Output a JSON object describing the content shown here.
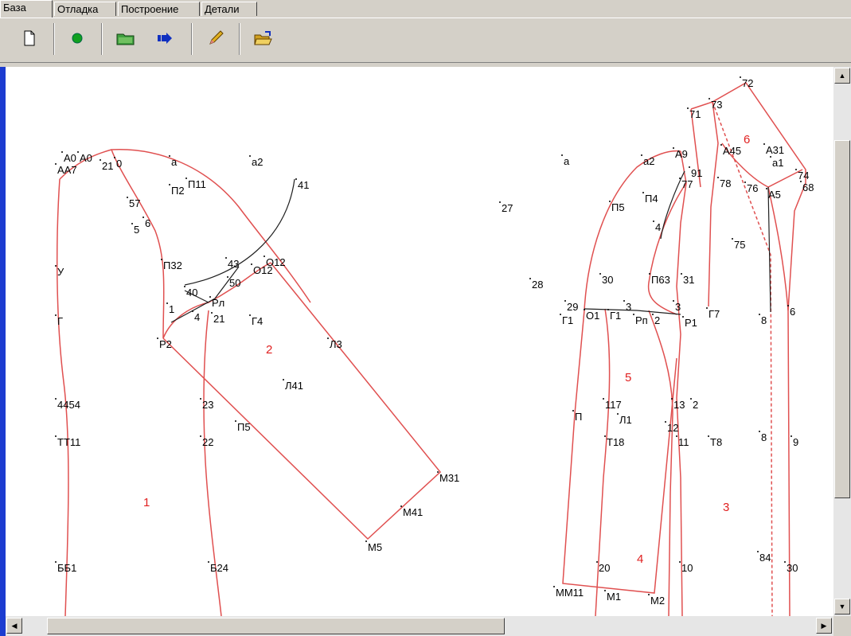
{
  "tabs": [
    {
      "label": "База",
      "active": true
    },
    {
      "label": "Отладка",
      "active": false
    },
    {
      "label": "Построение",
      "active": false
    },
    {
      "label": "Детали",
      "active": false
    }
  ],
  "toolbar": {
    "buttons": [
      {
        "name": "new-document-icon"
      },
      {
        "name": "record-dot-icon"
      },
      {
        "name": "open-folder-icon"
      },
      {
        "name": "export-arrow-icon"
      },
      {
        "name": "pencil-icon"
      },
      {
        "name": "folder-open-icon"
      }
    ]
  },
  "colors": {
    "pattern_line": "#e05050",
    "construction_line": "#202020",
    "label": "#000000",
    "piece_number": "#e02020"
  },
  "drawing": {
    "labels": [
      {
        "t": "АА7"
      },
      {
        "t": "А0"
      },
      {
        "t": "А0"
      },
      {
        "t": "0"
      },
      {
        "t": "21"
      },
      {
        "t": "а"
      },
      {
        "t": "а2"
      },
      {
        "t": "П11"
      },
      {
        "t": "П2"
      },
      {
        "t": "41"
      },
      {
        "t": "57"
      },
      {
        "t": "5"
      },
      {
        "t": "6"
      },
      {
        "t": "У"
      },
      {
        "t": "П32"
      },
      {
        "t": "43"
      },
      {
        "t": "О12"
      },
      {
        "t": "О12"
      },
      {
        "t": "50"
      },
      {
        "t": "40"
      },
      {
        "t": "1"
      },
      {
        "t": "Рл"
      },
      {
        "t": "4"
      },
      {
        "t": "21"
      },
      {
        "t": "Г"
      },
      {
        "t": "Г4"
      },
      {
        "t": "Р2"
      },
      {
        "t": "Л3"
      },
      {
        "t": "Л41"
      },
      {
        "t": "4454"
      },
      {
        "t": "23"
      },
      {
        "t": "ТТ11"
      },
      {
        "t": "22"
      },
      {
        "t": "П5"
      },
      {
        "t": "М31"
      },
      {
        "t": "М41"
      },
      {
        "t": "М5"
      },
      {
        "t": "ББ1"
      },
      {
        "t": "Б24"
      },
      {
        "t": "72"
      },
      {
        "t": "73"
      },
      {
        "t": "71"
      },
      {
        "t": "А45"
      },
      {
        "t": "А31"
      },
      {
        "t": "а1"
      },
      {
        "t": "а"
      },
      {
        "t": "а2"
      },
      {
        "t": "А9"
      },
      {
        "t": "91"
      },
      {
        "t": "77"
      },
      {
        "t": "78"
      },
      {
        "t": "76"
      },
      {
        "t": "А5"
      },
      {
        "t": "74"
      },
      {
        "t": "68"
      },
      {
        "t": "27"
      },
      {
        "t": "П5"
      },
      {
        "t": "П4"
      },
      {
        "t": "4"
      },
      {
        "t": "75"
      },
      {
        "t": "28"
      },
      {
        "t": "30"
      },
      {
        "t": "П63"
      },
      {
        "t": "31"
      },
      {
        "t": "29"
      },
      {
        "t": "Г1"
      },
      {
        "t": "О1"
      },
      {
        "t": "Г1"
      },
      {
        "t": "3"
      },
      {
        "t": "Рп"
      },
      {
        "t": "2"
      },
      {
        "t": "3"
      },
      {
        "t": "Р1"
      },
      {
        "t": "Г7"
      },
      {
        "t": "8"
      },
      {
        "t": "6"
      },
      {
        "t": "П"
      },
      {
        "t": "117"
      },
      {
        "t": "Л1"
      },
      {
        "t": "13"
      },
      {
        "t": "2"
      },
      {
        "t": "12"
      },
      {
        "t": "Т18"
      },
      {
        "t": "11"
      },
      {
        "t": "Т8"
      },
      {
        "t": "8"
      },
      {
        "t": "9"
      },
      {
        "t": "20"
      },
      {
        "t": "10"
      },
      {
        "t": "84"
      },
      {
        "t": "30"
      },
      {
        "t": "ММ11"
      },
      {
        "t": "М1"
      },
      {
        "t": "М2"
      }
    ],
    "piece_numbers": [
      {
        "t": "1"
      },
      {
        "t": "2"
      },
      {
        "t": "3"
      },
      {
        "t": "4"
      },
      {
        "t": "5"
      },
      {
        "t": "6"
      }
    ]
  }
}
